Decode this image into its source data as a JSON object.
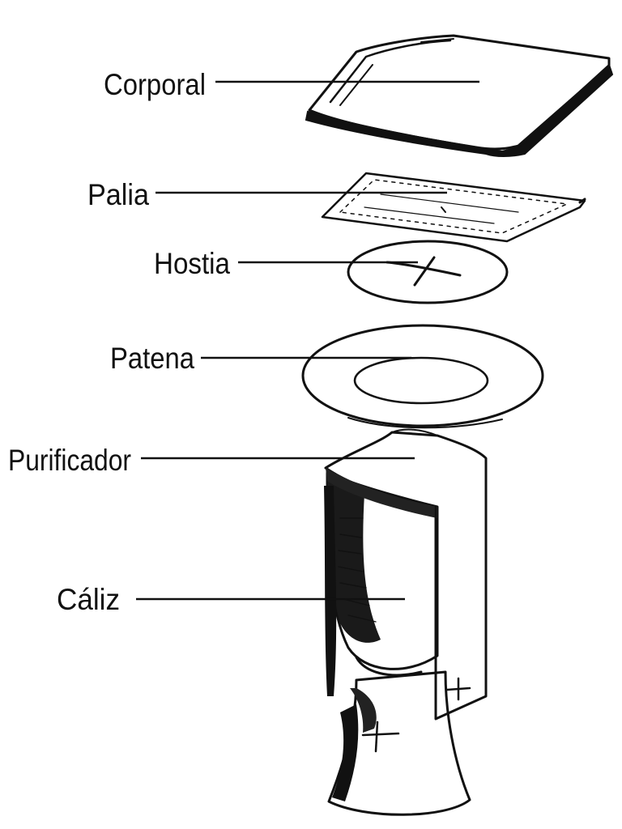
{
  "labels": {
    "corporal": "Corporal",
    "palia": "Palia",
    "hostia": "Hostia",
    "patena": "Patena",
    "purificador": "Purificador",
    "caliz": "Cáliz"
  }
}
